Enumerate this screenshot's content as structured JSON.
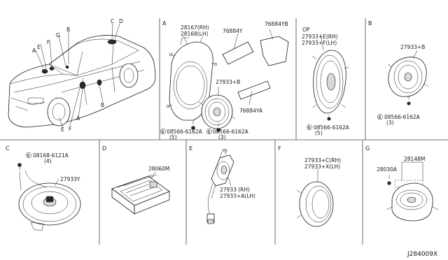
{
  "car_callouts": [
    "A",
    "B",
    "C",
    "D",
    "E",
    "F",
    "G",
    "B",
    "A",
    "E",
    "F"
  ],
  "section_a": {
    "letter": "A",
    "labels": {
      "p28167": "28167(RH)",
      "p28168": "28168(LH)",
      "p76884y": "76884Y",
      "p76884yb": "76884YB",
      "p27933b": "27933+B",
      "p76884ya": "76884YA",
      "screw1_part": "08566-6162A",
      "screw1_qty": "(5)",
      "screw2_part": "08566-6162A",
      "screw2_qty": "(3)"
    },
    "op": {
      "title": "OP",
      "part_rh": "27933+E(RH)",
      "part_lh": "27933+F(LH)",
      "screw_part": "08566-6162A",
      "screw_qty": "(5)"
    }
  },
  "section_b": {
    "letter": "B",
    "part": "27933+B",
    "screw_part": "08566-6162A",
    "screw_qty": "(3)"
  },
  "section_c": {
    "letter": "C",
    "screw_part": "08168-6121A",
    "screw_qty": "(4)",
    "part": "27933Y"
  },
  "section_d": {
    "letter": "D",
    "part": "28060M"
  },
  "section_e": {
    "letter": "E",
    "part_rh": "27933  (RH)",
    "part_lh": "27933+A(LH)"
  },
  "section_f": {
    "letter": "F",
    "part_rh": "27933+C(RH)",
    "part_lh": "27933+X(LH)"
  },
  "section_g": {
    "letter": "G",
    "part_assy": "28148M",
    "part_bracket": "28030A"
  },
  "screw_marker": "B",
  "diagram_id": "J284009X"
}
